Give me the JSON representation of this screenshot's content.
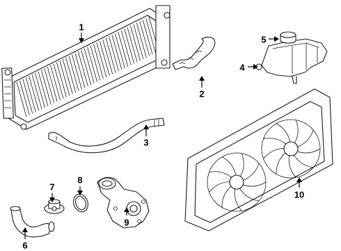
{
  "diagram": {
    "colors": {
      "line": "#1a1a1a",
      "background": "#ffffff"
    },
    "callouts": [
      {
        "id": "1",
        "label": "1",
        "part": "radiator"
      },
      {
        "id": "2",
        "label": "2",
        "part": "upper-radiator-hose"
      },
      {
        "id": "3",
        "label": "3",
        "part": "lower-radiator-hose"
      },
      {
        "id": "4",
        "label": "4",
        "part": "coolant-reservoir"
      },
      {
        "id": "5",
        "label": "5",
        "part": "reservoir-cap"
      },
      {
        "id": "6",
        "label": "6",
        "part": "bypass-hose"
      },
      {
        "id": "7",
        "label": "7",
        "part": "thermostat"
      },
      {
        "id": "8",
        "label": "8",
        "part": "gasket-o-ring"
      },
      {
        "id": "9",
        "label": "9",
        "part": "water-pump"
      },
      {
        "id": "10",
        "label": "10",
        "part": "fan-shroud-assembly"
      }
    ]
  }
}
